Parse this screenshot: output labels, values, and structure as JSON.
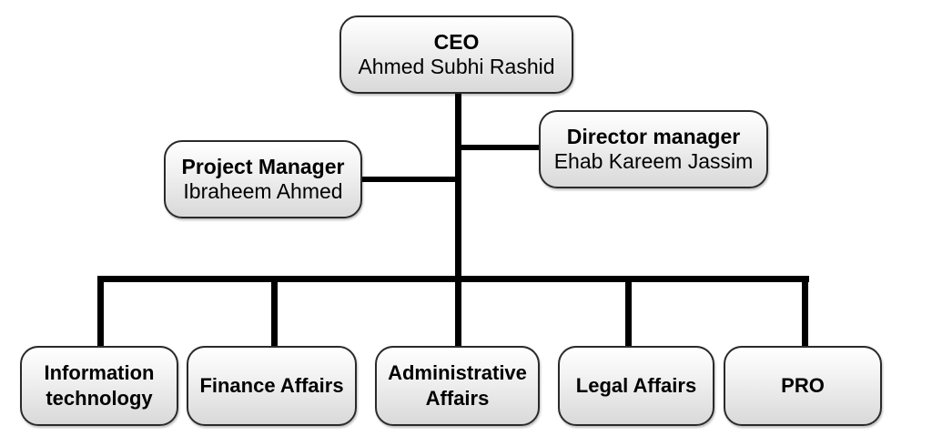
{
  "ceo": {
    "title": "CEO",
    "name": "Ahmed Subhi Rashid"
  },
  "director": {
    "title": "Director manager",
    "name": "Ehab Kareem Jassim"
  },
  "project_manager": {
    "title": "Project Manager",
    "name": "Ibraheem Ahmed"
  },
  "departments": [
    {
      "line1": "Information",
      "line2": "technology"
    },
    {
      "line1": "Finance Affairs",
      "line2": ""
    },
    {
      "line1": "Administrative",
      "line2": "Affairs"
    },
    {
      "line1": "Legal Affairs",
      "line2": ""
    },
    {
      "line1": "PRO",
      "line2": ""
    }
  ]
}
